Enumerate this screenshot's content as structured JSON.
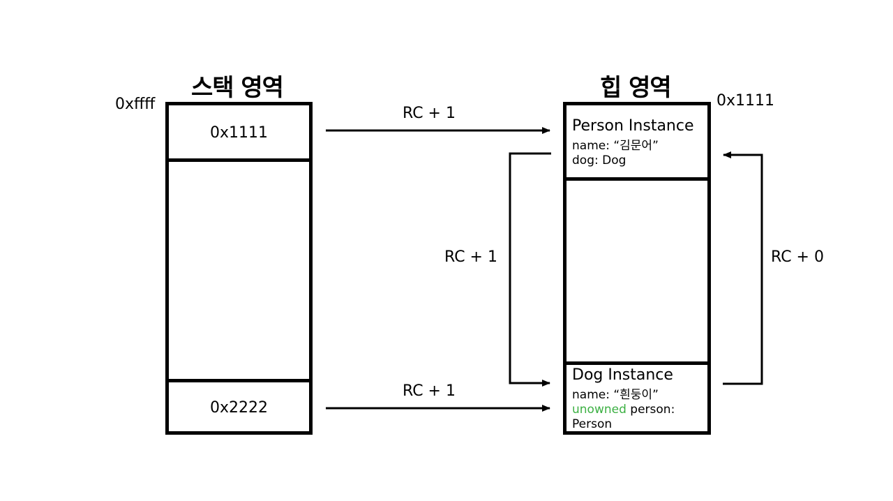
{
  "stack": {
    "title": "스택 영역",
    "top_address": "0xffff",
    "cells": [
      "0x1111",
      "0x2222"
    ]
  },
  "heap": {
    "title": "힙 영역",
    "top_address": "0x1111",
    "person": {
      "title": "Person Instance",
      "name_line": "name: “김문어”",
      "dog_line": "dog: Dog"
    },
    "dog": {
      "title": "Dog Instance",
      "name_line": "name: “흰둥이”",
      "unowned_keyword": "unowned",
      "person_line": " person:",
      "person_type": "Person"
    }
  },
  "arrows": {
    "stack_to_person": "RC + 1",
    "stack_to_dog": "RC + 1",
    "person_to_dog": "RC + 1",
    "dog_to_person": "RC + 0"
  },
  "colors": {
    "line": "#000000",
    "unowned": "#3cb043"
  }
}
